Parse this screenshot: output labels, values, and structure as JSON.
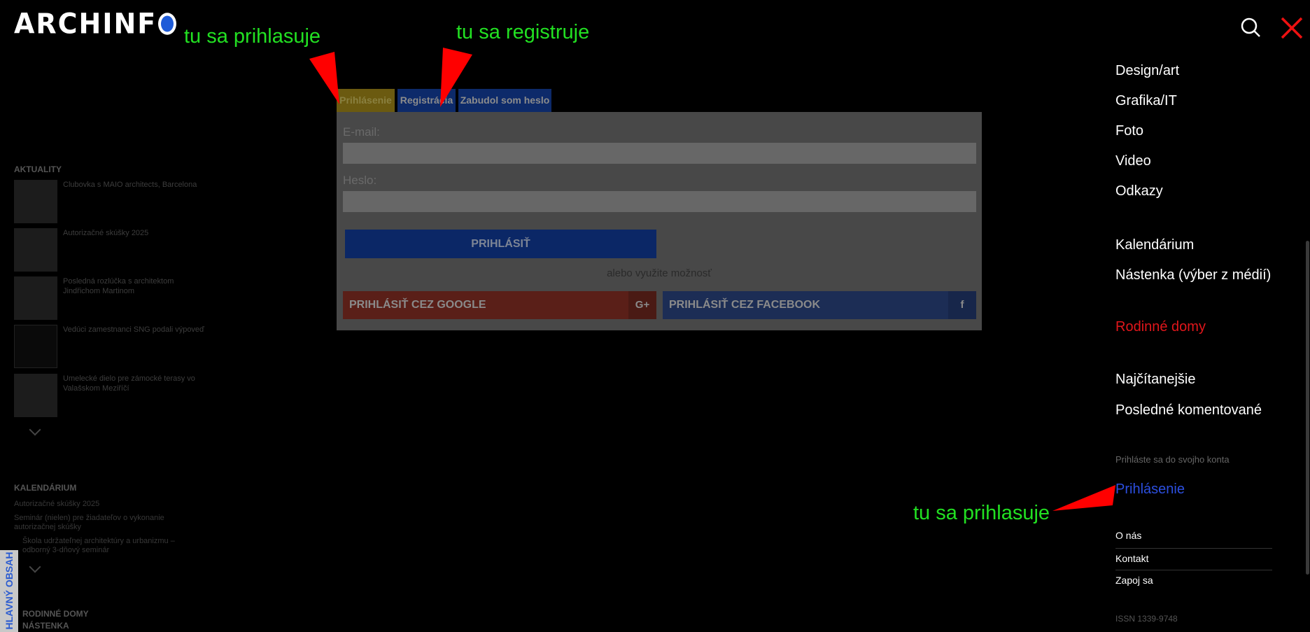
{
  "header": {
    "logo": "ARCHINF",
    "search_icon": "search-icon",
    "close_icon": "close-icon"
  },
  "annotations": {
    "login_top": "tu sa prihlasuje",
    "register_top": "tu sa registruje",
    "login_right": "tu sa prihlasuje",
    "arrow_color": "#ff0000",
    "text_color": "#22e022"
  },
  "modal": {
    "tabs": [
      {
        "label": "Prihlásenie",
        "active": true
      },
      {
        "label": "Registrácia"
      },
      {
        "label": "Zabudol som heslo"
      }
    ],
    "email_label": "E-mail:",
    "email_value": "",
    "password_label": "Heslo:",
    "password_value": "",
    "login_button": "PRIHLÁSIŤ",
    "alt_text": "alebo využite možnosť",
    "google_button": "PRIHLÁSIŤ CEZ GOOGLE",
    "google_icon": "G+",
    "facebook_button": "PRIHLÁSIŤ CEZ FACEBOOK",
    "facebook_icon": "f"
  },
  "left": {
    "news_heading": "AKTUALITY",
    "news": [
      "Clubovka s MAIO architects, Barcelona",
      "Autorizačné skúšky 2025",
      "Posledná rozlúčka s architektom Jindřichom Martinom",
      "Vedúci zamestnanci SNG podali výpoveď",
      "Umelecké dielo pre zámocké terasy vo Valašskom Meziříčí"
    ],
    "calendar_heading": "KALENDÁRIUM",
    "calendar": [
      "Autorizačné skúšky 2025",
      "Seminár (nielen) pre žiadateľov o vykonanie autorizačnej skúšky",
      "Škola udržateľnej architektúry a urbanizmu – odborný 3-dňový seminár"
    ],
    "rodinne_heading": "RODINNÉ DOMY",
    "nastenka_heading": "NÁSTENKA",
    "main_content_tab": "HLAVNÝ OBSAH"
  },
  "menu": {
    "items": [
      "Design/art",
      "Grafika/IT",
      "Foto",
      "Video",
      "Odkazy"
    ],
    "items2": [
      "Kalendárium",
      "Nástenka (výber z médií)"
    ],
    "highlight": "Rodinné domy",
    "items3": [
      "Najčítanejšie",
      "Posledné komentované"
    ],
    "login_prompt": "Prihláste sa do svojho konta",
    "login_link": "Prihlásenie",
    "footer": [
      "O nás",
      "Kontakt",
      "Zapoj sa"
    ],
    "issn": "ISSN 1339-9748"
  }
}
